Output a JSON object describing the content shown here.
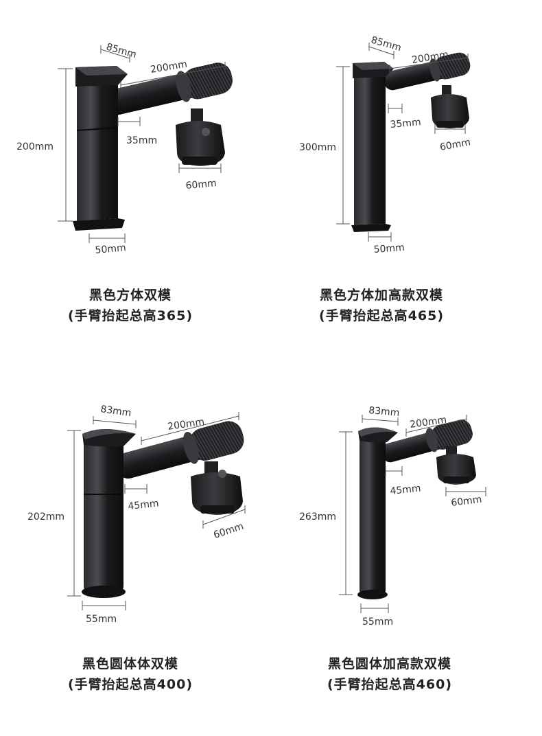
{
  "products": [
    {
      "title": "黑色方体双模",
      "subtitle": "(手臂抬起总高365)",
      "dims": {
        "top_width": "85mm",
        "arm_length": "200mm",
        "body_height": "200mm",
        "arm_height": "35mm",
        "head_width": "60mm",
        "base_width": "50mm"
      }
    },
    {
      "title": "黑色方体加高款双模",
      "subtitle": "(手臂抬起总高465)",
      "dims": {
        "top_width": "85mm",
        "arm_length": "200mm",
        "body_height": "300mm",
        "arm_height": "35mm",
        "head_width": "60mm",
        "base_width": "50mm"
      }
    },
    {
      "title": "黑色圆体体双模",
      "subtitle": "(手臂抬起总高400)",
      "dims": {
        "top_width": "83mm",
        "arm_length": "200mm",
        "body_height": "202mm",
        "arm_height": "45mm",
        "head_width": "60mm",
        "base_width": "55mm"
      }
    },
    {
      "title": "黑色圆体加高款双模",
      "subtitle": "(手臂抬起总高460)",
      "dims": {
        "top_width": "83mm",
        "arm_length": "200mm",
        "body_height": "263mm",
        "arm_height": "45mm",
        "head_width": "60mm",
        "base_width": "55mm"
      }
    }
  ],
  "colors": {
    "faucet": "#1b1b1d",
    "faucet_highlight": "#4a4a4e",
    "dimension_line": "#555555",
    "text": "#222222"
  }
}
